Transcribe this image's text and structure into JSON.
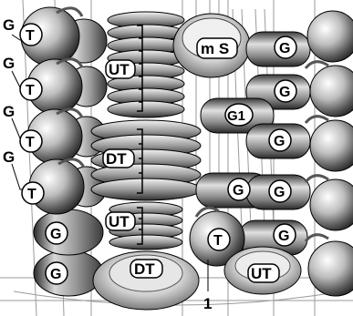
{
  "labels": {
    "cup": "T",
    "glass": "G",
    "glass_1": "G1",
    "small_plate": "UT",
    "dinner_plate": "DT",
    "small_bowl": "m S",
    "callout_number": "1"
  },
  "colors": {
    "metal_dark": "#2b2b2b",
    "metal_mid": "#8a8a8a",
    "metal_light": "#e8e8e8",
    "wire": "#9a9a9a",
    "outline": "#000000"
  }
}
